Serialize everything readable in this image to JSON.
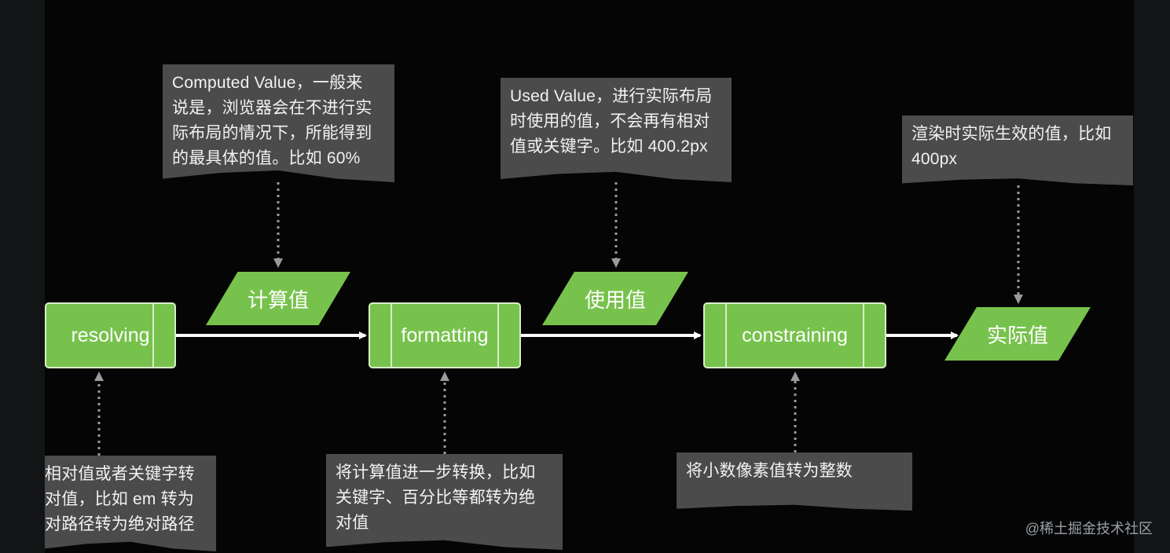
{
  "nodes": {
    "resolving": "resolving",
    "formatting": "formatting",
    "constraining": "constraining",
    "computed": "计算值",
    "used": "使用值",
    "actual": "实际值"
  },
  "notes": {
    "computed_value": [
      "Computed Value，一般来",
      "说是，浏览器会在不进行实",
      "际布局的情况下，所能得到",
      "的最具体的值。比如 60%"
    ],
    "used_value": [
      "Used Value，进行实际布局",
      "时使用的值，不会再有相对",
      "值或关键字。比如 400.2px"
    ],
    "actual_value": [
      "渲染时实际生效的值，比如",
      "400px"
    ],
    "resolving": [
      "相对值或者关键字转",
      "对值，比如 em 转为",
      "对路径转为绝对路径"
    ],
    "formatting": [
      "将计算值进一步转换，比如",
      "关键字、百分比等都转为绝",
      "对值"
    ],
    "constraining": [
      "将小数像素值转为整数"
    ]
  },
  "watermark": "@稀土掘金技术社区",
  "colors": {
    "node_fill": "#77c24c",
    "note_fill": "#4b4b4b",
    "background": "#050505",
    "edge": "#ffffff",
    "dotted": "#9a9a9a"
  }
}
